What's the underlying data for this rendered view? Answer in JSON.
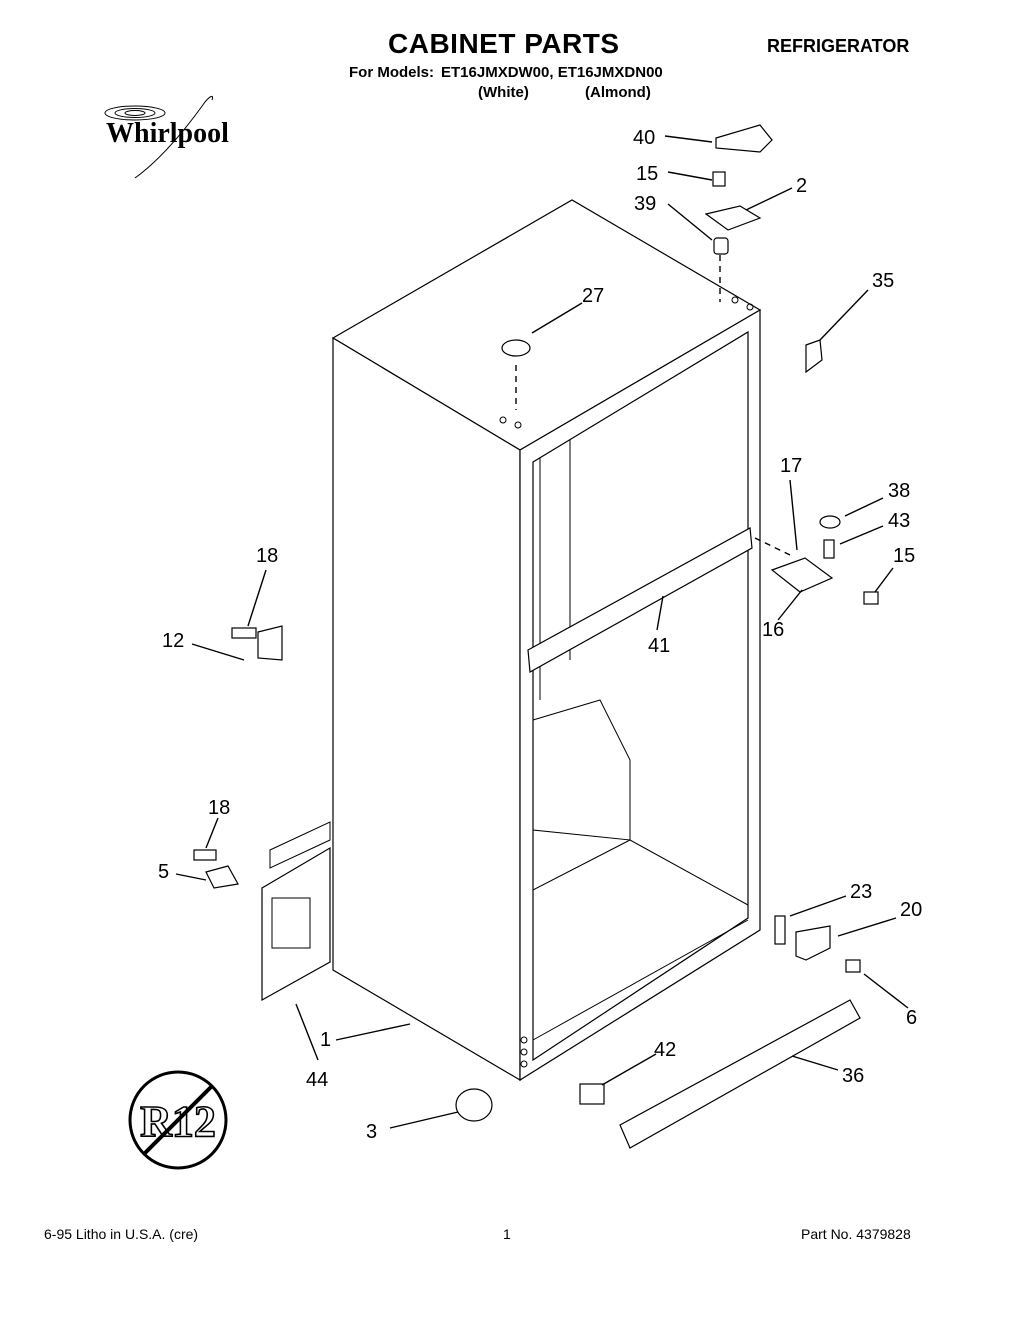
{
  "header": {
    "title": "CABINET PARTS",
    "doc_type": "REFRIGERATOR",
    "models_label": "For Models:",
    "models": "ET16JMXDW00, ET16JMXDN00",
    "color_white": "(White)",
    "color_almond": "(Almond)"
  },
  "brand": {
    "logo_text": "Whirlpool"
  },
  "badge": {
    "text": "R12"
  },
  "callouts": {
    "c40": "40",
    "c15a": "15",
    "c2": "2",
    "c39": "39",
    "c27": "27",
    "c35": "35",
    "c17": "17",
    "c38": "38",
    "c43": "43",
    "c15b": "15",
    "c16": "16",
    "c41": "41",
    "c18a": "18",
    "c12": "12",
    "c18b": "18",
    "c5": "5",
    "c23": "23",
    "c20": "20",
    "c6": "6",
    "c1": "1",
    "c44": "44",
    "c42": "42",
    "c36": "36",
    "c3": "3"
  },
  "footer": {
    "print_info": "6-95  Litho in U.S.A. (cre)",
    "page_number": "1",
    "part_number": "Part No. 4379828"
  }
}
